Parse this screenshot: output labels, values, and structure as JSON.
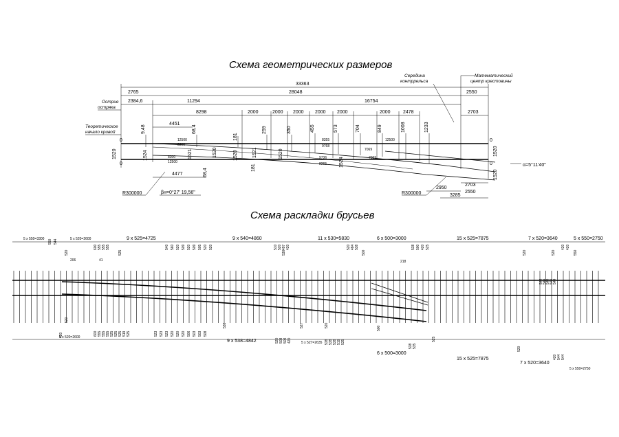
{
  "titles": {
    "geometry": "Схема геометрических размеров",
    "ties": "Схема раскладки брусьев"
  },
  "geometry": {
    "labels": {
      "middle_check_rail": [
        "Середина",
        "контррельса"
      ],
      "math_center": [
        "Математический",
        "центр крестовины"
      ],
      "point_tip": [
        "Острие",
        "остряка"
      ],
      "theoretical_curve": [
        "Теоретическое",
        "начало кривой"
      ],
      "radius_left": "R300000",
      "radius_right": "R300000",
      "beta": "βн=0°27' 19,56\"",
      "alpha": "α=5°11'40\""
    },
    "overall": [
      "33363",
      "28048",
      "2765",
      "2550",
      "2384,6",
      "11294",
      "16754",
      "8298",
      "2703",
      "4451"
    ],
    "chain": [
      "2000",
      "2000",
      "2000",
      "2000",
      "2000",
      "2000",
      "2478"
    ],
    "ordinates": [
      "9,48",
      "68,4",
      "181",
      "259",
      "350",
      "455",
      "573",
      "704",
      "849",
      "1008",
      "1233"
    ],
    "inner": [
      "12500",
      "8300",
      "8355",
      "9768",
      "7069",
      "12500",
      "8300",
      "12500",
      "9736",
      "8265",
      "7069"
    ],
    "gauges": [
      "1520",
      "1524",
      "1520",
      "1521",
      "1520",
      "1520",
      "1520",
      "1520"
    ],
    "verticals": [
      "68,4",
      "1521",
      "181",
      "1524"
    ],
    "bottom": [
      "4477",
      "2950",
      "3285",
      "2703",
      "2550"
    ],
    "zeros": [
      "0",
      "0",
      "0",
      "0"
    ]
  },
  "ties": {
    "top_groups": [
      "5 x 550=3300",
      "5 x 520=2600",
      "9 x 525=4725",
      "9 x 540=4860",
      "11 x 530=5830",
      "6 x 500=3000",
      "15 x 525=7875",
      "7 x 520=3640",
      "5 x 550=2750"
    ],
    "top_marks": [
      "550",
      "544",
      "520",
      "206",
      "41",
      "525",
      "530",
      "500",
      "218",
      "520",
      "520",
      "550"
    ],
    "top_stack_a": [
      "600",
      "555",
      "555",
      "555"
    ],
    "top_stack_b": [
      "540",
      "560",
      "520",
      "509",
      "520",
      "509",
      "505",
      "520",
      "520"
    ],
    "top_stack_c": [
      "510",
      "520",
      "497",
      "420"
    ],
    "top_stack_d": [
      "520",
      "484",
      "538"
    ],
    "top_stack_e": [
      "538",
      "500",
      "420",
      "525"
    ],
    "top_stack_f": [
      "420",
      "420"
    ],
    "bottom_groups": [
      "5 x 520=2600",
      "9 x 538=4842",
      "5 x 527=2635",
      "6 x 500=3000",
      "15 x 525=7875",
      "7 x 520=3640",
      "5 x 550=2750"
    ],
    "bottom_marks": [
      "420",
      "520",
      "538",
      "527",
      "520",
      "500",
      "525",
      "520"
    ],
    "bottom_stack_a": [
      "600",
      "555",
      "555",
      "555",
      "525",
      "525",
      "525",
      "519",
      "525"
    ],
    "bottom_stack_b": [
      "523",
      "523",
      "523",
      "520",
      "520",
      "520",
      "506",
      "503",
      "503",
      "508"
    ],
    "bottom_stack_c": [
      "520",
      "503",
      "504",
      "420"
    ],
    "bottom_stack_d": [
      "538",
      "538",
      "538",
      "519",
      "535"
    ],
    "bottom_stack_e": [
      "538",
      "535"
    ],
    "bottom_stack_f": [
      "420",
      "544",
      "544"
    ],
    "diag_marks": [
      "544",
      "544",
      "544",
      "544",
      "544"
    ]
  }
}
